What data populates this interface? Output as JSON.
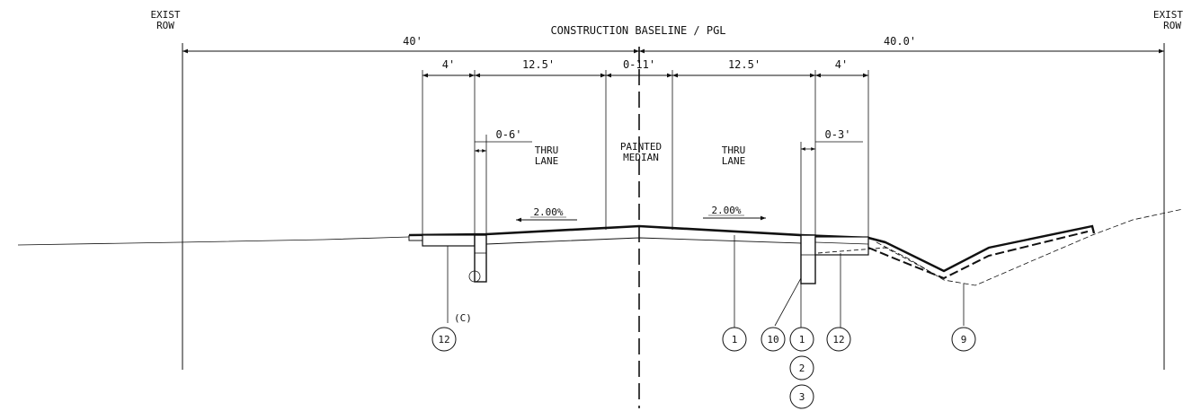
{
  "row_labels": {
    "left_top": "EXIST",
    "left_bottom": "ROW",
    "right_top": "EXIST",
    "right_bottom": "ROW"
  },
  "baseline_label": "CONSTRUCTION BASELINE / PGL",
  "dimensions": {
    "left_row": "40'",
    "right_row": "40.0'",
    "left_shoulder": "4'",
    "left_lane": "12.5'",
    "median": "0-11'",
    "right_lane": "12.5'",
    "right_shoulder": "4'",
    "left_offset": "0-6'",
    "right_offset": "0-3'"
  },
  "zones": {
    "left_lane_top": "THRU",
    "left_lane_bottom": "LANE",
    "median_top": "PAINTED",
    "median_bottom": "MEDIAN",
    "right_lane_top": "THRU",
    "right_lane_bottom": "LANE"
  },
  "slopes": {
    "left": "2.00%",
    "right": "2.00%"
  },
  "callouts": {
    "c12_left": "12",
    "c12_left_note": "(C)",
    "c1_a": "1",
    "c10": "10",
    "c1_b": "1",
    "c12_right": "12",
    "c9": "9",
    "c2": "2",
    "c3": "3"
  }
}
